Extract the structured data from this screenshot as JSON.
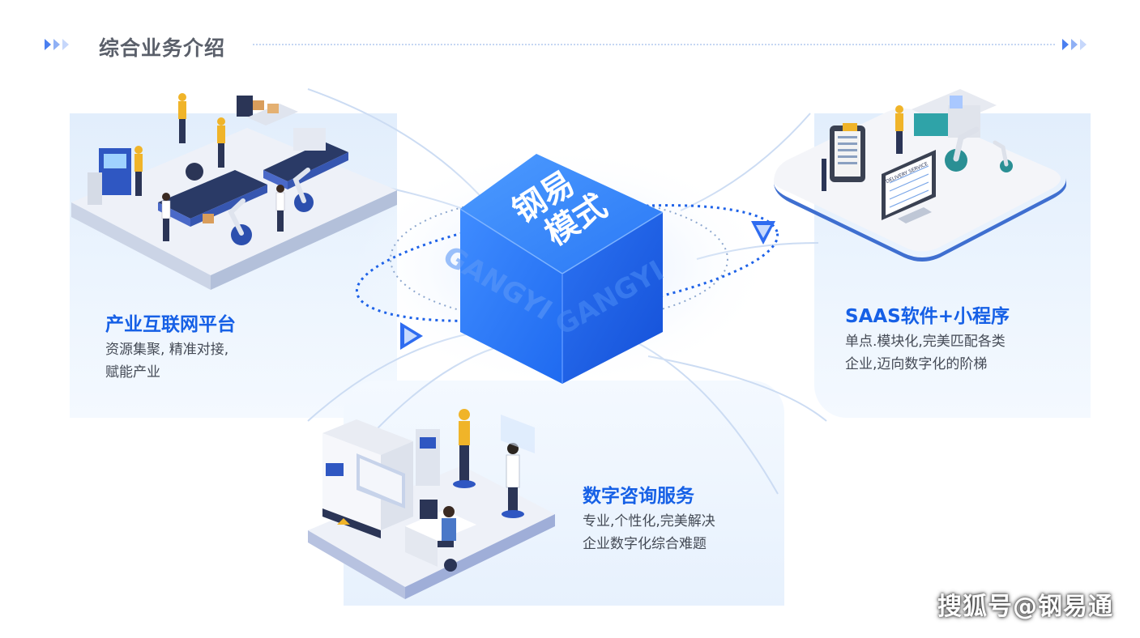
{
  "header": {
    "title": "综合业务介绍"
  },
  "center": {
    "cube_title_line1": "钢易",
    "cube_title_line2": "模式",
    "cube_side_text": "GANGYI"
  },
  "sections": [
    {
      "title": "产业互联网平台",
      "lines": [
        "资源集聚, 精准对接,",
        "赋能产业"
      ]
    },
    {
      "title": "SAAS软件+小程序",
      "lines": [
        "单点.模块化,完美匹配各类",
        "企业,迈向数字化的阶梯"
      ]
    },
    {
      "title": "数字咨询服务",
      "lines": [
        "专业,个性化,完美解决",
        "企业数字化综合难题"
      ]
    }
  ],
  "illustration_labels": {
    "monitor_text": "DELIVERY SERVICE"
  },
  "watermark": "搜狐号@钢易通",
  "colors": {
    "accent": "#1660e6",
    "cube_light": "#3b8cff",
    "cube_dark": "#1254e0",
    "panel_bg": "#e6f0fd"
  }
}
